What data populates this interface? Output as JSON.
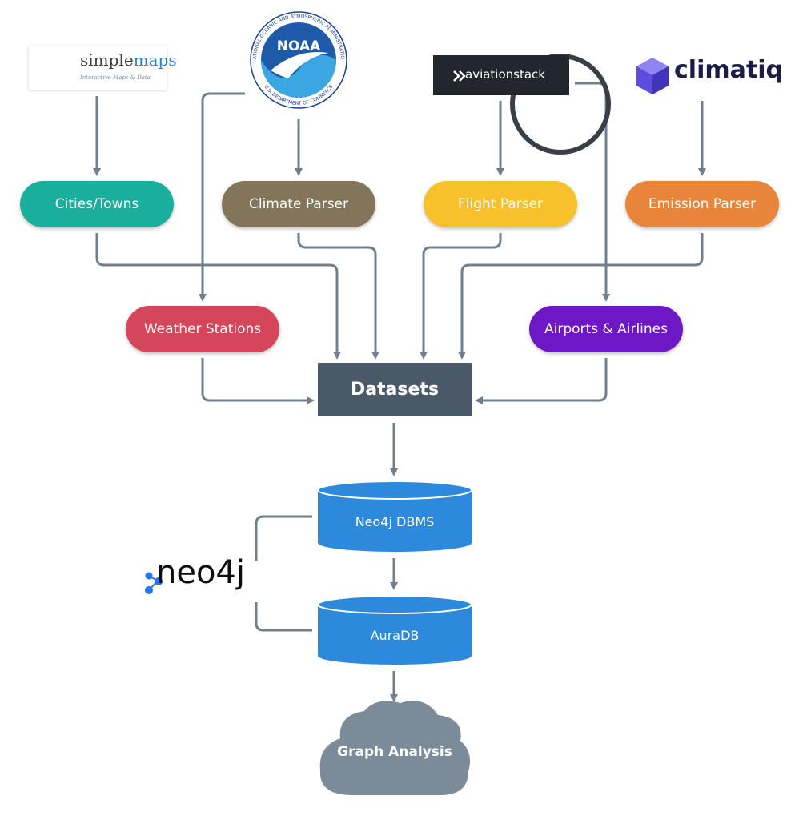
{
  "nodes": {
    "cities": "Cities/Towns",
    "climate_parser": "Climate Parser",
    "flight_parser": "Flight Parser",
    "emission_parser": "Emission Parser",
    "weather_stations": "Weather Stations",
    "airports_airlines": "Airports & Airlines",
    "datasets": "Datasets",
    "neo4j_dbms": "Neo4j DBMS",
    "auradb": "AuraDB",
    "graph_analysis": "Graph Analysis"
  },
  "logos": {
    "simplemaps_word_a": "simple",
    "simplemaps_word_b": "maps",
    "simplemaps_tagline": "Interactive Maps & Data",
    "noaa_center": "NOAA",
    "noaa_ring_top": "NATIONAL OCEANIC AND ATMOSPHERIC ADMINISTRATION",
    "noaa_ring_bottom": "U.S. DEPARTMENT OF COMMERCE",
    "aviationstack": "aviationstack",
    "climatiq": "climatiq",
    "neo4j": "neo4j"
  },
  "colors": {
    "cities": "#1aaf9c",
    "climate_parser": "#837559",
    "flight_parser": "#f7c12c",
    "emission_parser": "#e9853b",
    "weather_stations": "#d5465a",
    "airports_airlines": "#6e17c6",
    "datasets": "#4a5968",
    "database": "#2d89db",
    "cloud": "#7c8b9a",
    "connector": "#6f7f8e"
  }
}
